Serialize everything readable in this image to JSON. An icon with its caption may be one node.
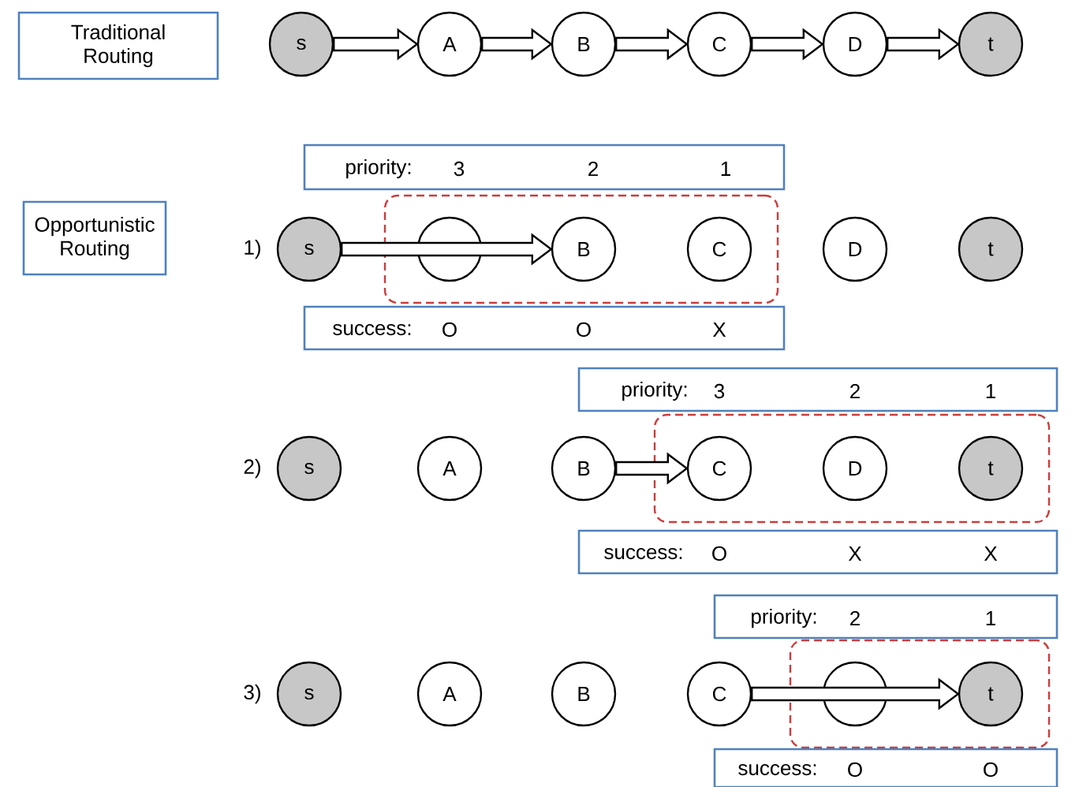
{
  "diagram": {
    "nodes": [
      {
        "text": [
          "Traditional Routing"
        ]
      },
      {
        "text": [
          "s"
        ]
      },
      {
        "text": [
          "A"
        ]
      },
      {
        "text": [
          "B"
        ]
      },
      {
        "text": [
          "C"
        ]
      },
      {
        "text": [
          "D"
        ]
      },
      {
        "text": [
          "t"
        ]
      },
      {
        "text": [
          "Opportunistic Routing"
        ]
      },
      {
        "text": [
          "priority:",
          "3",
          "2",
          "1"
        ]
      },
      {
        "text": [],
        "shape": "box"
      },
      {
        "text": [
          "s"
        ]
      },
      {
        "text": [],
        "shape": "circle",
        "in": 9
      },
      {
        "text": [
          "B"
        ],
        "in": 9
      },
      {
        "text": [
          "C"
        ],
        "in": 9
      },
      {
        "text": [
          "D"
        ]
      },
      {
        "text": [
          "t"
        ]
      },
      {
        "text": [
          "success:",
          "O",
          "O",
          "X"
        ]
      },
      {
        "text": [
          "priority:",
          "3",
          "2",
          "1"
        ]
      },
      {
        "text": [
          "s"
        ]
      },
      {
        "text": [
          "A"
        ]
      },
      {
        "text": [
          "B"
        ]
      },
      {
        "text": [],
        "shape": "box"
      },
      {
        "text": [
          "C"
        ],
        "in": 21
      },
      {
        "text": [
          "D"
        ],
        "in": 21
      },
      {
        "text": [
          "t"
        ],
        "in": 21
      },
      {
        "text": [
          "success:",
          "O",
          "X",
          "X"
        ]
      },
      {
        "text": [
          "priority:",
          "2",
          "1"
        ]
      },
      {
        "text": [
          "s"
        ]
      },
      {
        "text": [
          "A"
        ]
      },
      {
        "text": [
          "B"
        ]
      },
      {
        "text": [
          "C"
        ]
      },
      {
        "text": [],
        "shape": "box"
      },
      {
        "text": [],
        "shape": "circle",
        "in": 31
      },
      {
        "text": [
          "t"
        ],
        "in": 31
      },
      {
        "text": [
          "success:",
          "O",
          "O"
        ]
      }
    ],
    "edges": [
      {
        "from": 1,
        "to": 2,
        "arrow": "to"
      },
      {
        "from": 2,
        "to": 3,
        "arrow": "to"
      },
      {
        "from": 3,
        "to": 4,
        "arrow": "to"
      },
      {
        "from": 4,
        "to": 5,
        "arrow": "to"
      },
      {
        "from": 5,
        "to": 6,
        "arrow": "to"
      },
      {
        "from": 10,
        "to": 12,
        "arrow": "to"
      },
      {
        "from": 20,
        "to": 22,
        "arrow": "to"
      },
      {
        "from": 30,
        "to": 33,
        "arrow": "to"
      }
    ],
    "labels": [
      "1)",
      "2)",
      "3)"
    ]
  }
}
